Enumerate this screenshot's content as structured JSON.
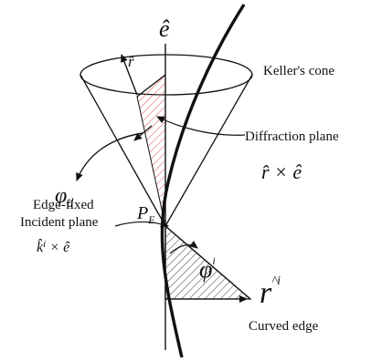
{
  "colors": {
    "ink": "#111111",
    "diffraction_hatch": "#d94a4a",
    "incident_hatch": "#444444"
  },
  "labels": {
    "axis_e": "ê",
    "r_hat": "r̂",
    "kellers_cone": "Keller's cone",
    "diffraction_plane": "Diffraction plane",
    "r_cross_e": "r̂ × ê",
    "phi_d": "φ",
    "phi_d_sub": "d",
    "p_e": "P",
    "p_e_sub": "E",
    "edge_fixed_line1": "Edge-fixed",
    "edge_fixed_line2": "Incident plane",
    "k_cross_e": "k̂ⁱ × ê",
    "phi_i": "φ",
    "phi_i_sup": "i",
    "r_i": "r",
    "r_i_sup": "^i",
    "curved_edge": "Curved edge"
  }
}
